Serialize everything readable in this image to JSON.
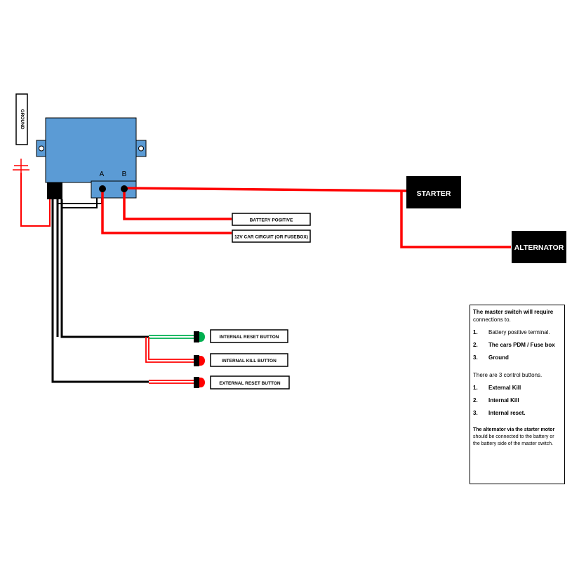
{
  "ground_label": "GROUND",
  "terminal_a": "A",
  "terminal_b": "B",
  "labels": {
    "battery_positive": "BATTERY POSITIVE",
    "car_circuit": "12V CAR CIRCUIT (OR FUSEBOX)",
    "starter": "STARTER",
    "alternator": "ALTERNATOR",
    "internal_reset": "INTERNAL RESET BUTTON",
    "internal_kill": "INTERNAL KILL BUTTON",
    "external_reset": "EXTERNAL RESET BUTTON"
  },
  "colors": {
    "module": "#5b9bd5",
    "wire_red": "#ff0000",
    "wire_green": "#00b050",
    "wire_black": "#000000",
    "button_green": "#00b050",
    "button_red": "#ff0000"
  },
  "notes": {
    "intro_bold": "The master switch will require",
    "intro_rest": "connections to.",
    "connections": [
      {
        "num": "1.",
        "text": "Battery positive terminal."
      },
      {
        "num": "2.",
        "text": "The cars PDM / Fuse box"
      },
      {
        "num": "3.",
        "text": "Ground"
      }
    ],
    "buttons_intro": "There are 3 control buttons.",
    "buttons": [
      {
        "num": "1.",
        "text": "External Kill"
      },
      {
        "num": "2.",
        "text": "Internal Kill"
      },
      {
        "num": "3.",
        "text": "Internal reset."
      }
    ],
    "alt_bold": "The alternator via the starter motor",
    "alt_rest": "should be connected to the battery or the battery side of the master switch."
  }
}
